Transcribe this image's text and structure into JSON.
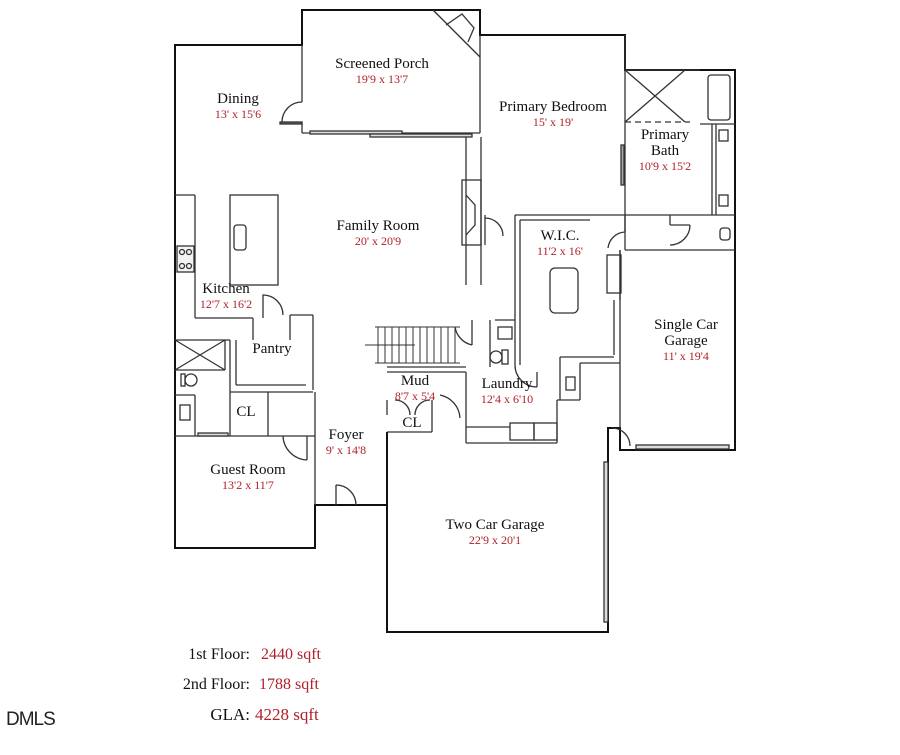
{
  "floorplan": {
    "rooms": [
      {
        "id": "screened-porch",
        "name": "Screened Porch",
        "dims": "19'9 x 13'7"
      },
      {
        "id": "dining",
        "name": "Dining",
        "dims": "13' x 15'6"
      },
      {
        "id": "primary-bedroom",
        "name": "Primary Bedroom",
        "dims": "15' x 19'"
      },
      {
        "id": "primary-bath",
        "name": "Primary\nBath",
        "name_line1": "Primary",
        "name_line2": "Bath",
        "dims": "10'9 x 15'2"
      },
      {
        "id": "family-room",
        "name": "Family Room",
        "dims": "20' x 20'9"
      },
      {
        "id": "wic",
        "name": "W.I.C.",
        "dims": "11'2 x 16'"
      },
      {
        "id": "kitchen",
        "name": "Kitchen",
        "dims": "12'7 x 16'2"
      },
      {
        "id": "pantry",
        "name": "Pantry",
        "dims": ""
      },
      {
        "id": "single-car-garage",
        "name": "Single Car Garage",
        "name_line1": "Single Car",
        "name_line2": "Garage",
        "dims": "11' x 19'4"
      },
      {
        "id": "mud",
        "name": "Mud",
        "dims": "8'7 x 5'4"
      },
      {
        "id": "laundry",
        "name": "Laundry",
        "dims": "12'4 x 6'10"
      },
      {
        "id": "cl-mud",
        "name": "CL",
        "dims": ""
      },
      {
        "id": "cl-guest",
        "name": "CL",
        "dims": ""
      },
      {
        "id": "foyer",
        "name": "Foyer",
        "dims": "9' x 14'8"
      },
      {
        "id": "guest-room",
        "name": "Guest Room",
        "dims": "13'2 x 11'7"
      },
      {
        "id": "two-car-garage",
        "name": "Two Car Garage",
        "dims": "22'9 x 20'1"
      }
    ]
  },
  "summary": {
    "first_floor_label": "1st Floor:",
    "first_floor_value": "2440 sqft",
    "second_floor_label": "2nd Floor:",
    "second_floor_value": "1788 sqft",
    "gla_label": "GLA:",
    "gla_value": "4228 sqft"
  },
  "watermark": "DMLS"
}
